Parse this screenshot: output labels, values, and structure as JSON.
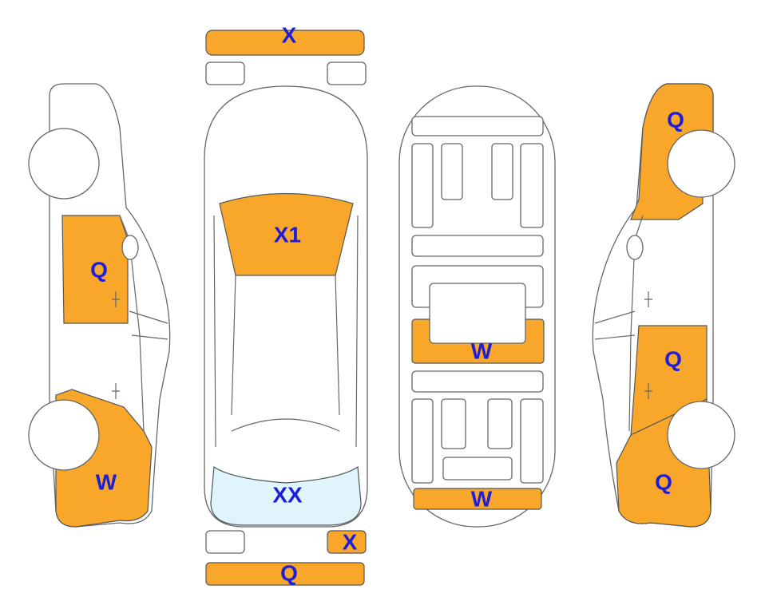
{
  "colors": {
    "damage": "#F9A72B",
    "glass_damage": "#DFF4FB",
    "label": "#1E1ED8",
    "outline": "#666666"
  },
  "left_side": {
    "front_door": "Q",
    "rear_quarter": "W"
  },
  "top_view": {
    "front_bumper": "X",
    "windshield": "X1",
    "rear_window": "XX",
    "rear_right_light": "X",
    "rear_bumper": "Q"
  },
  "underside": {
    "middle_panel": "W",
    "rear_panel": "W"
  },
  "right_side": {
    "front_fender": "Q",
    "rear_door": "Q",
    "rear_quarter": "Q"
  }
}
